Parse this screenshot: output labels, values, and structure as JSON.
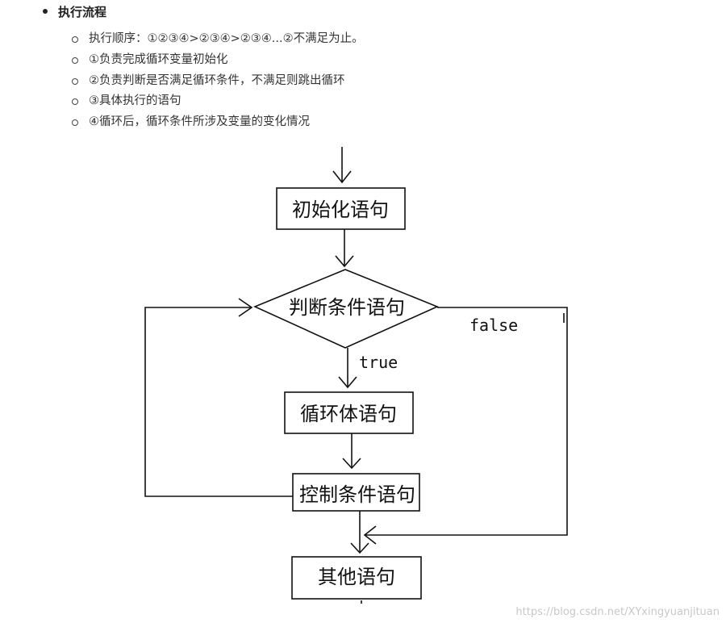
{
  "heading": "执行流程",
  "bullets": [
    "执行顺序：①②③④>②③④>②③④...②不满足为止。",
    "①负责完成循环变量初始化",
    "②负责判断是否满足循环条件，不满足则跳出循环",
    "③具体执行的语句",
    "④循环后，循环条件所涉及变量的变化情况"
  ],
  "flowchart": {
    "init": "初始化语句",
    "condition": "判断条件语句",
    "body": "循环体语句",
    "control": "控制条件语句",
    "other": "其他语句",
    "true_label": "true",
    "false_label": "false"
  },
  "watermark": "https://blog.csdn.net/XYxingyuanjituan"
}
